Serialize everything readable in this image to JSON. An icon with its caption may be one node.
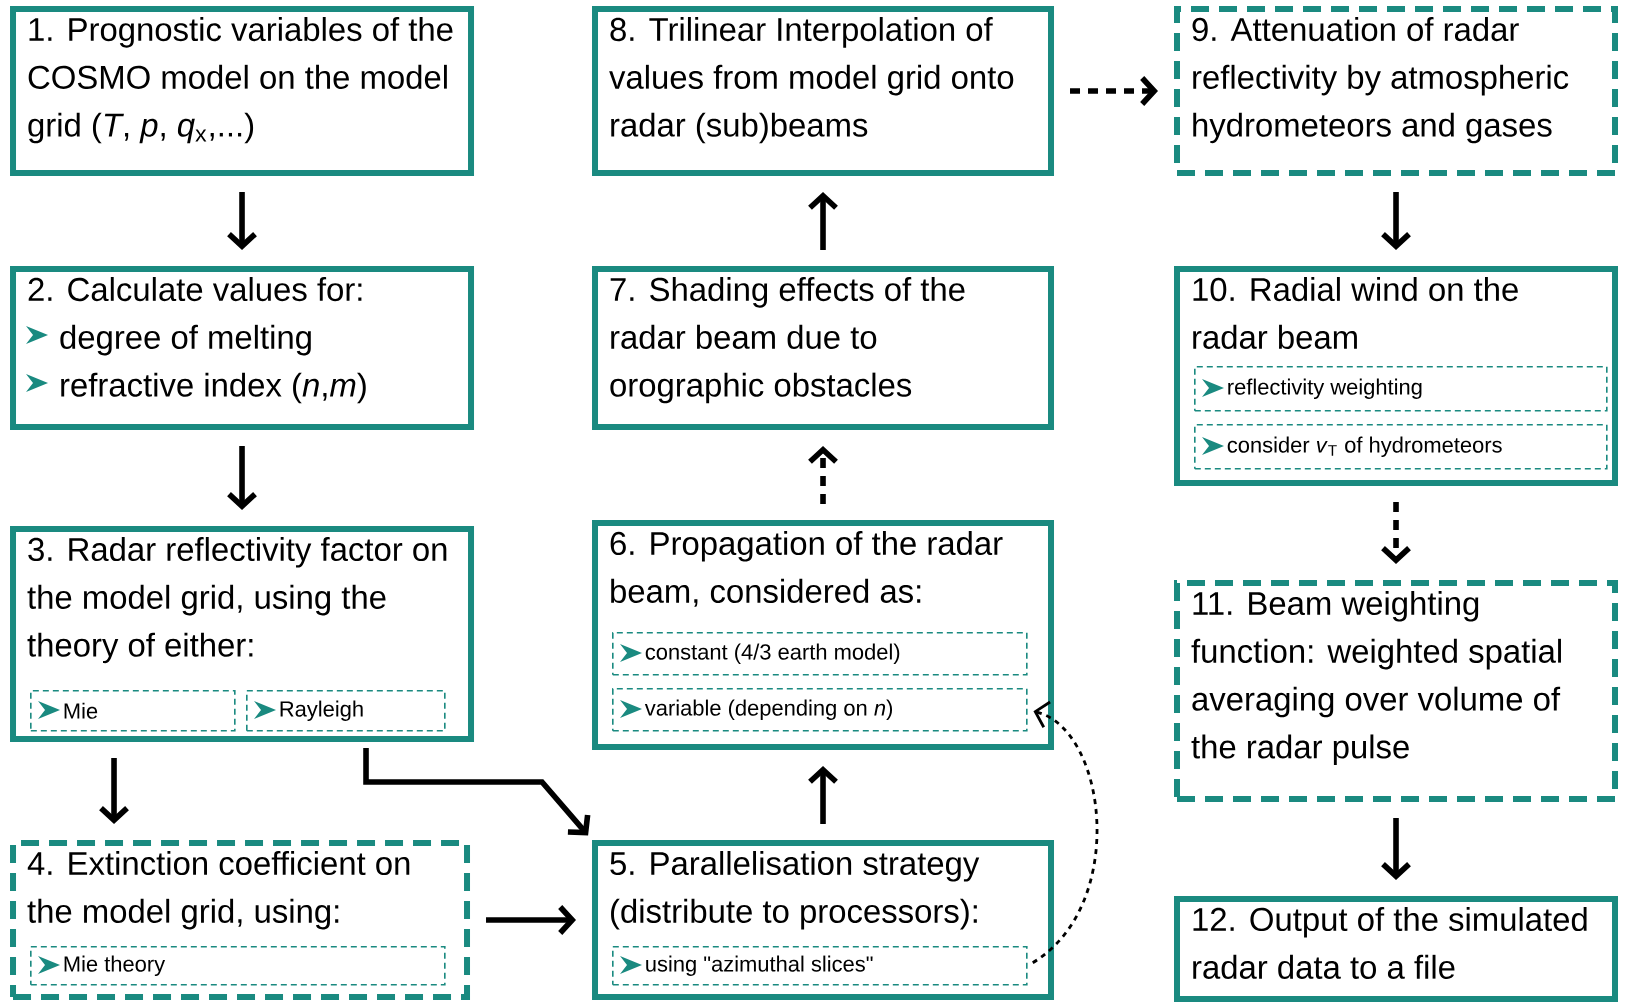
{
  "diagram": {
    "nodes": [
      {
        "text": [
          "1. Prognostic variables of the COSMO model on the model grid (*T*, *p*, *q*$_{x}$,...)"
        ]
      },
      {
        "text": [
          "2. Calculate values for:",
          "degree of melting",
          "refractive index (*n*,*m*)"
        ]
      },
      {
        "text": [
          "3. Radar reflectivity factor on the model grid, using the theory of either:"
        ]
      },
      {
        "text": [
          "Mie"
        ],
        "in": 2
      },
      {
        "text": [
          "Rayleigh"
        ],
        "in": 2
      },
      {
        "text": [
          "4. Extinction coefficient  on the model grid, using:"
        ]
      },
      {
        "text": [
          "Mie theory"
        ],
        "in": 5
      },
      {
        "text": [
          "8. Trilinear Interpolation of values from model grid onto radar (sub)beams"
        ]
      },
      {
        "text": [
          "7. Shading effects of the radar beam due to orographic obstacles"
        ]
      },
      {
        "text": [
          "6. Propagation of the radar beam, considered as:"
        ]
      },
      {
        "text": [
          "constant (4/3 earth model)"
        ],
        "in": 9
      },
      {
        "text": [
          "variable (depending on *n*)"
        ],
        "in": 9
      },
      {
        "text": [
          "5. Parallelisation strategy (distribute to processors):"
        ]
      },
      {
        "text": [
          "using \"azimuthal slices\""
        ],
        "in": 12
      },
      {
        "text": [
          "9. Attenuation of radar reflectivity by atmospheric hydrometeors and gases"
        ]
      },
      {
        "text": [
          "10. Radial wind on the radar beam"
        ]
      },
      {
        "text": [
          "reflectivity weighting"
        ],
        "in": 15
      },
      {
        "text": [
          "consider *v*$_{T}$ of hydrometeors"
        ],
        "in": 15
      },
      {
        "text": [
          "11. Beam weighting function: weighted spatial averaging over volume of the radar pulse"
        ]
      },
      {
        "text": [
          "12. Output of the simulated radar data to a file"
        ]
      }
    ],
    "edges": [
      {
        "from": 0,
        "to": 1,
        "arrow": "to"
      },
      {
        "from": 1,
        "to": 2,
        "arrow": "to"
      },
      {
        "from": 2,
        "to": 5,
        "arrow": "to"
      },
      {
        "from": 2,
        "to": 12,
        "arrow": "to"
      },
      {
        "from": 5,
        "to": 12,
        "arrow": "to"
      },
      {
        "from": 12,
        "to": 9,
        "arrow": "to"
      },
      {
        "from": 9,
        "to": 8,
        "arrow": "to",
        "style": "dashed"
      },
      {
        "from": 8,
        "to": 7,
        "arrow": "to"
      },
      {
        "from": 7,
        "to": 14,
        "arrow": "to",
        "style": "dashed"
      },
      {
        "from": 14,
        "to": 15,
        "arrow": "to"
      },
      {
        "from": 15,
        "to": 18,
        "arrow": "to",
        "style": "dashed"
      },
      {
        "from": 18,
        "to": 19,
        "arrow": "to"
      },
      {
        "from": 13,
        "to": 11,
        "arrow": "to",
        "style": "dashed"
      }
    ]
  }
}
